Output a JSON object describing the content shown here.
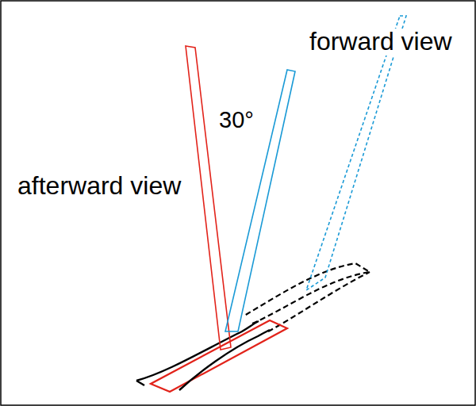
{
  "diagram": {
    "labels": [
      "30°",
      "forward view",
      "afterward view"
    ]
  }
}
